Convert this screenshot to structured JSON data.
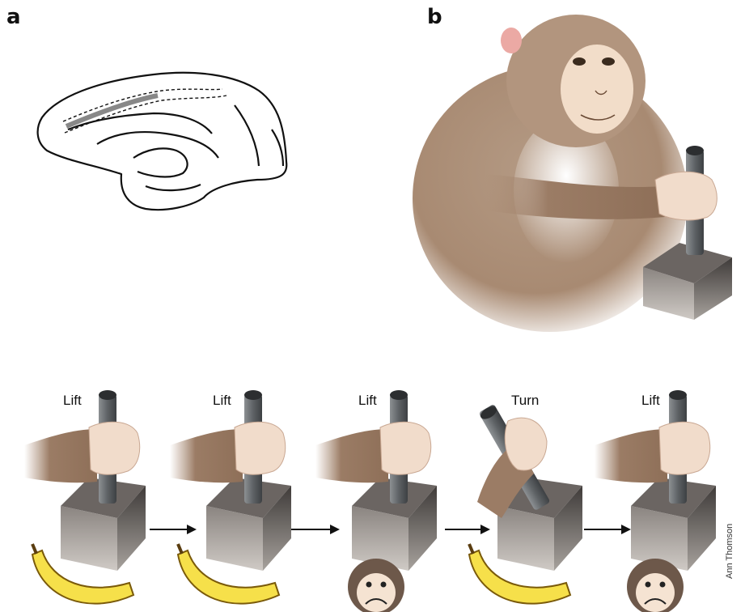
{
  "panels": {
    "a": {
      "label": "a"
    },
    "b": {
      "label": "b"
    }
  },
  "sequence": [
    {
      "action": "Lift",
      "outcome": "banana"
    },
    {
      "action": "Lift",
      "outcome": "banana"
    },
    {
      "action": "Lift",
      "outcome": "sad-monkey-face"
    },
    {
      "action": "Turn",
      "outcome": "banana"
    },
    {
      "action": "Lift",
      "outcome": "sad-monkey-face"
    }
  ],
  "credit": "Ann Thomson",
  "colors": {
    "fur": "#a98a72",
    "skin": "#f2ddc9",
    "handle": "#6d7174",
    "box": "#7a7470",
    "banana": "#f6e04a",
    "arrow": "#111111"
  }
}
